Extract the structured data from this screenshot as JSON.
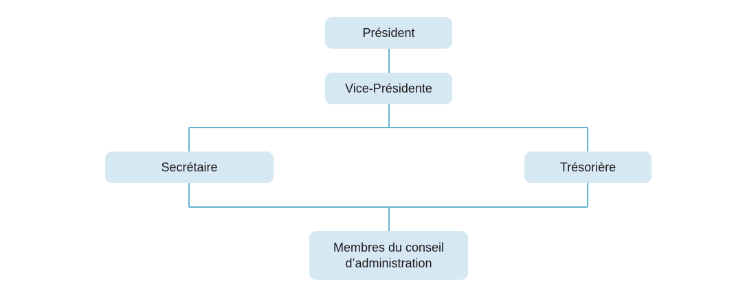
{
  "colors": {
    "node_fill": "#d6e8f2",
    "connector": "#62b4cf",
    "text": "#1a1a1a"
  },
  "nodes": {
    "president": "Président",
    "vice_president": "Vice-Présidente",
    "secretary": "Secrétaire",
    "treasurer": "Trésorière",
    "board": "Membres du conseil\nd’administration"
  }
}
